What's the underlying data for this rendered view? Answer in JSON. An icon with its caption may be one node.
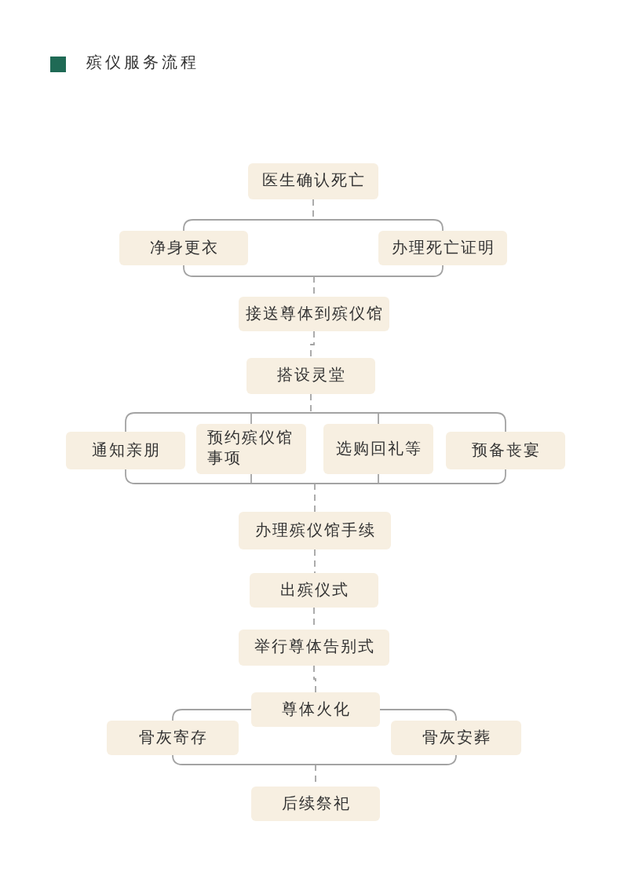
{
  "diagram": {
    "title": "殡仪服务流程",
    "nodes": [
      {
        "text": [
          "医生确认死亡"
        ]
      },
      {
        "text": [
          "净身更衣"
        ]
      },
      {
        "text": [
          "办理死亡证明"
        ]
      },
      {
        "text": [
          "接送尊体到殡仪馆"
        ]
      },
      {
        "text": [
          "搭设灵堂"
        ]
      },
      {
        "text": [
          "通知亲朋"
        ]
      },
      {
        "text": [
          "预约殡仪馆事项"
        ]
      },
      {
        "text": [
          "选购回礼等"
        ]
      },
      {
        "text": [
          "预备丧宴"
        ]
      },
      {
        "text": [
          "办理殡仪馆手续"
        ]
      },
      {
        "text": [
          "出殡仪式"
        ]
      },
      {
        "text": [
          "举行尊体告别式"
        ]
      },
      {
        "text": [
          "尊体火化"
        ]
      },
      {
        "text": [
          "骨灰寄存"
        ]
      },
      {
        "text": [
          "骨灰安葬"
        ]
      },
      {
        "text": [
          "后续祭祀"
        ]
      }
    ],
    "edges": [
      {
        "from": 0,
        "to": 1,
        "arrow": "none"
      },
      {
        "from": 0,
        "to": 2,
        "arrow": "none"
      },
      {
        "from": 1,
        "to": 3,
        "arrow": "none"
      },
      {
        "from": 2,
        "to": 3,
        "arrow": "none"
      },
      {
        "from": 3,
        "to": 4,
        "arrow": "none",
        "style": "dashed"
      },
      {
        "from": 4,
        "to": 5,
        "arrow": "none"
      },
      {
        "from": 4,
        "to": 6,
        "arrow": "none"
      },
      {
        "from": 4,
        "to": 7,
        "arrow": "none"
      },
      {
        "from": 4,
        "to": 8,
        "arrow": "none"
      },
      {
        "from": 5,
        "to": 9,
        "arrow": "none"
      },
      {
        "from": 6,
        "to": 9,
        "arrow": "none"
      },
      {
        "from": 7,
        "to": 9,
        "arrow": "none"
      },
      {
        "from": 8,
        "to": 9,
        "arrow": "none"
      },
      {
        "from": 9,
        "to": 10,
        "arrow": "none",
        "style": "dashed"
      },
      {
        "from": 10,
        "to": 11,
        "arrow": "none",
        "style": "dashed"
      },
      {
        "from": 11,
        "to": 12,
        "arrow": "none",
        "style": "dashed"
      },
      {
        "from": 12,
        "to": 13,
        "arrow": "none"
      },
      {
        "from": 12,
        "to": 14,
        "arrow": "none"
      },
      {
        "from": 13,
        "to": 15,
        "arrow": "none"
      },
      {
        "from": 14,
        "to": 15,
        "arrow": "none"
      }
    ]
  }
}
